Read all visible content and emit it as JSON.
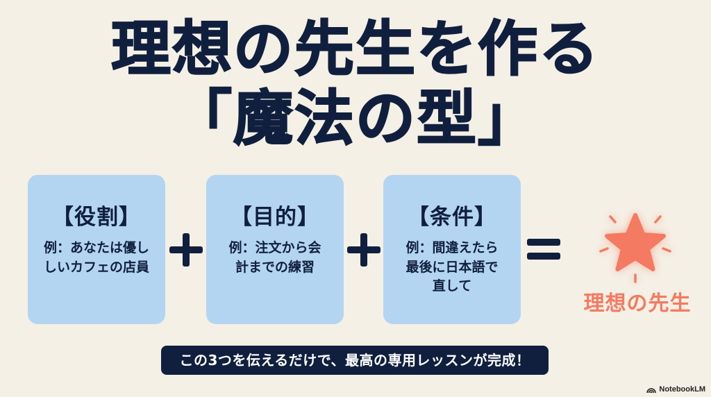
{
  "title": {
    "line1": "理想の先生を作る",
    "line2": "「魔法の型」"
  },
  "cards": [
    {
      "heading": "【役割】",
      "body_lines": [
        "例：あなたは優し",
        "しいカフェの店員"
      ]
    },
    {
      "heading": "【目的】",
      "body_lines": [
        "例：注文から会",
        "計までの練習"
      ]
    },
    {
      "heading": "【条件】",
      "body_lines": [
        "例：間違えたら",
        "最後に日本語で",
        "直して"
      ]
    }
  ],
  "operators": {
    "plus_1": "plus-icon",
    "plus_2": "plus-icon",
    "equals": "equals-icon"
  },
  "result": {
    "icon": "star-icon",
    "label": "理想の先生"
  },
  "banner": {
    "text": "この3つを伝えるだけで、最高の専用レッスンが完成！"
  },
  "brand": {
    "name": "NotebookLM"
  },
  "colors": {
    "background": "#f5f0e6",
    "text_primary": "#0f1f3d",
    "card_background": "#b4d5f1",
    "accent": "#f47a61",
    "banner_background": "#0f1f3d",
    "banner_text": "#ffffff"
  }
}
